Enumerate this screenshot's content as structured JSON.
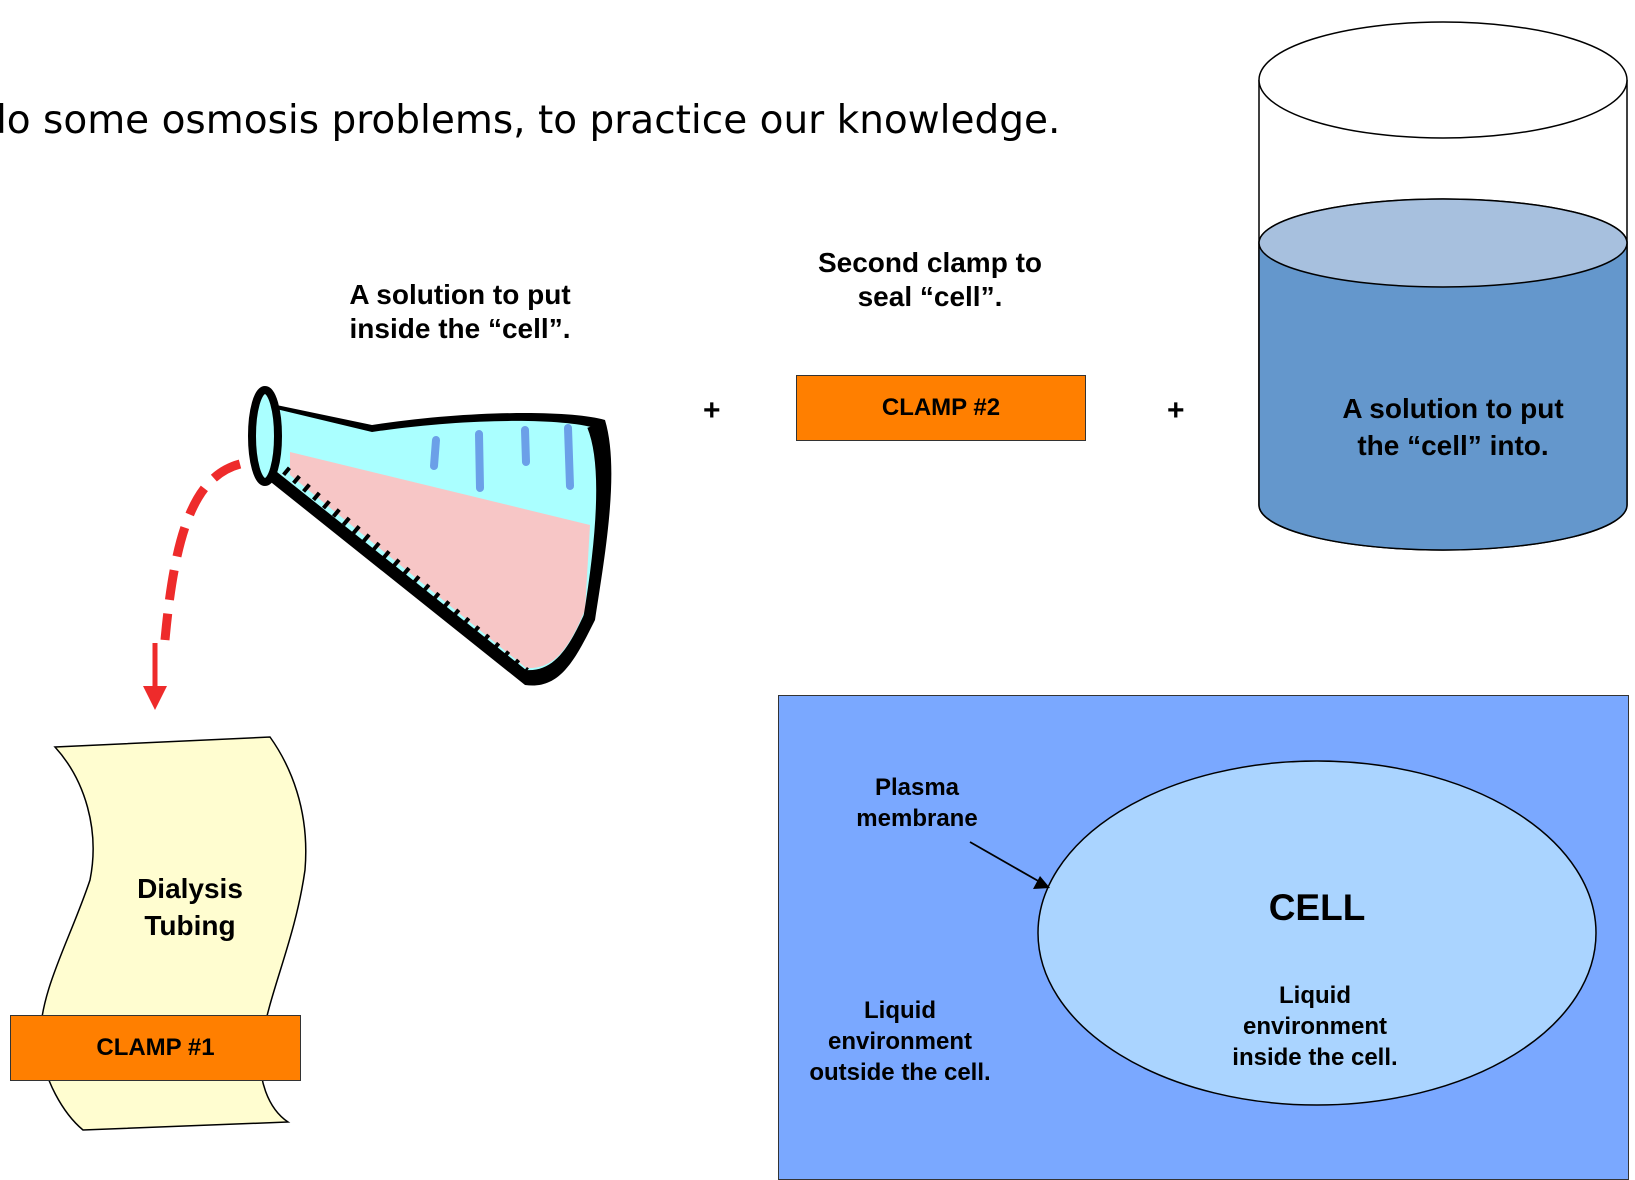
{
  "intro_text": "do some osmosis problems, to practice our knowledge.",
  "flask_label": "A solution to put inside the “cell”.",
  "second_clamp_label": "Second clamp to seal “cell”.",
  "clamp2_label": "CLAMP #2",
  "plus_sign": "+",
  "beaker_label": "A solution to put the “cell” into.",
  "tubing_label": "Dialysis Tubing",
  "clamp1_label": "CLAMP #1",
  "cell_title": "CELL",
  "plasma_membrane_label": "Plasma membrane",
  "outside_label": "Liquid environment outside the cell.",
  "inside_label": "Liquid environment inside the cell.",
  "colors": {
    "clamp": "#ff7f00",
    "cell_background": "#7aa8ff",
    "cell_body": "#aad4ff",
    "beaker_liquid": "#6497cc",
    "tubing": "#fffdd0",
    "flask_glass": "#aaffff",
    "flask_liquid": "#f7c6c6",
    "pour_arrow": "#ee2b2b"
  }
}
